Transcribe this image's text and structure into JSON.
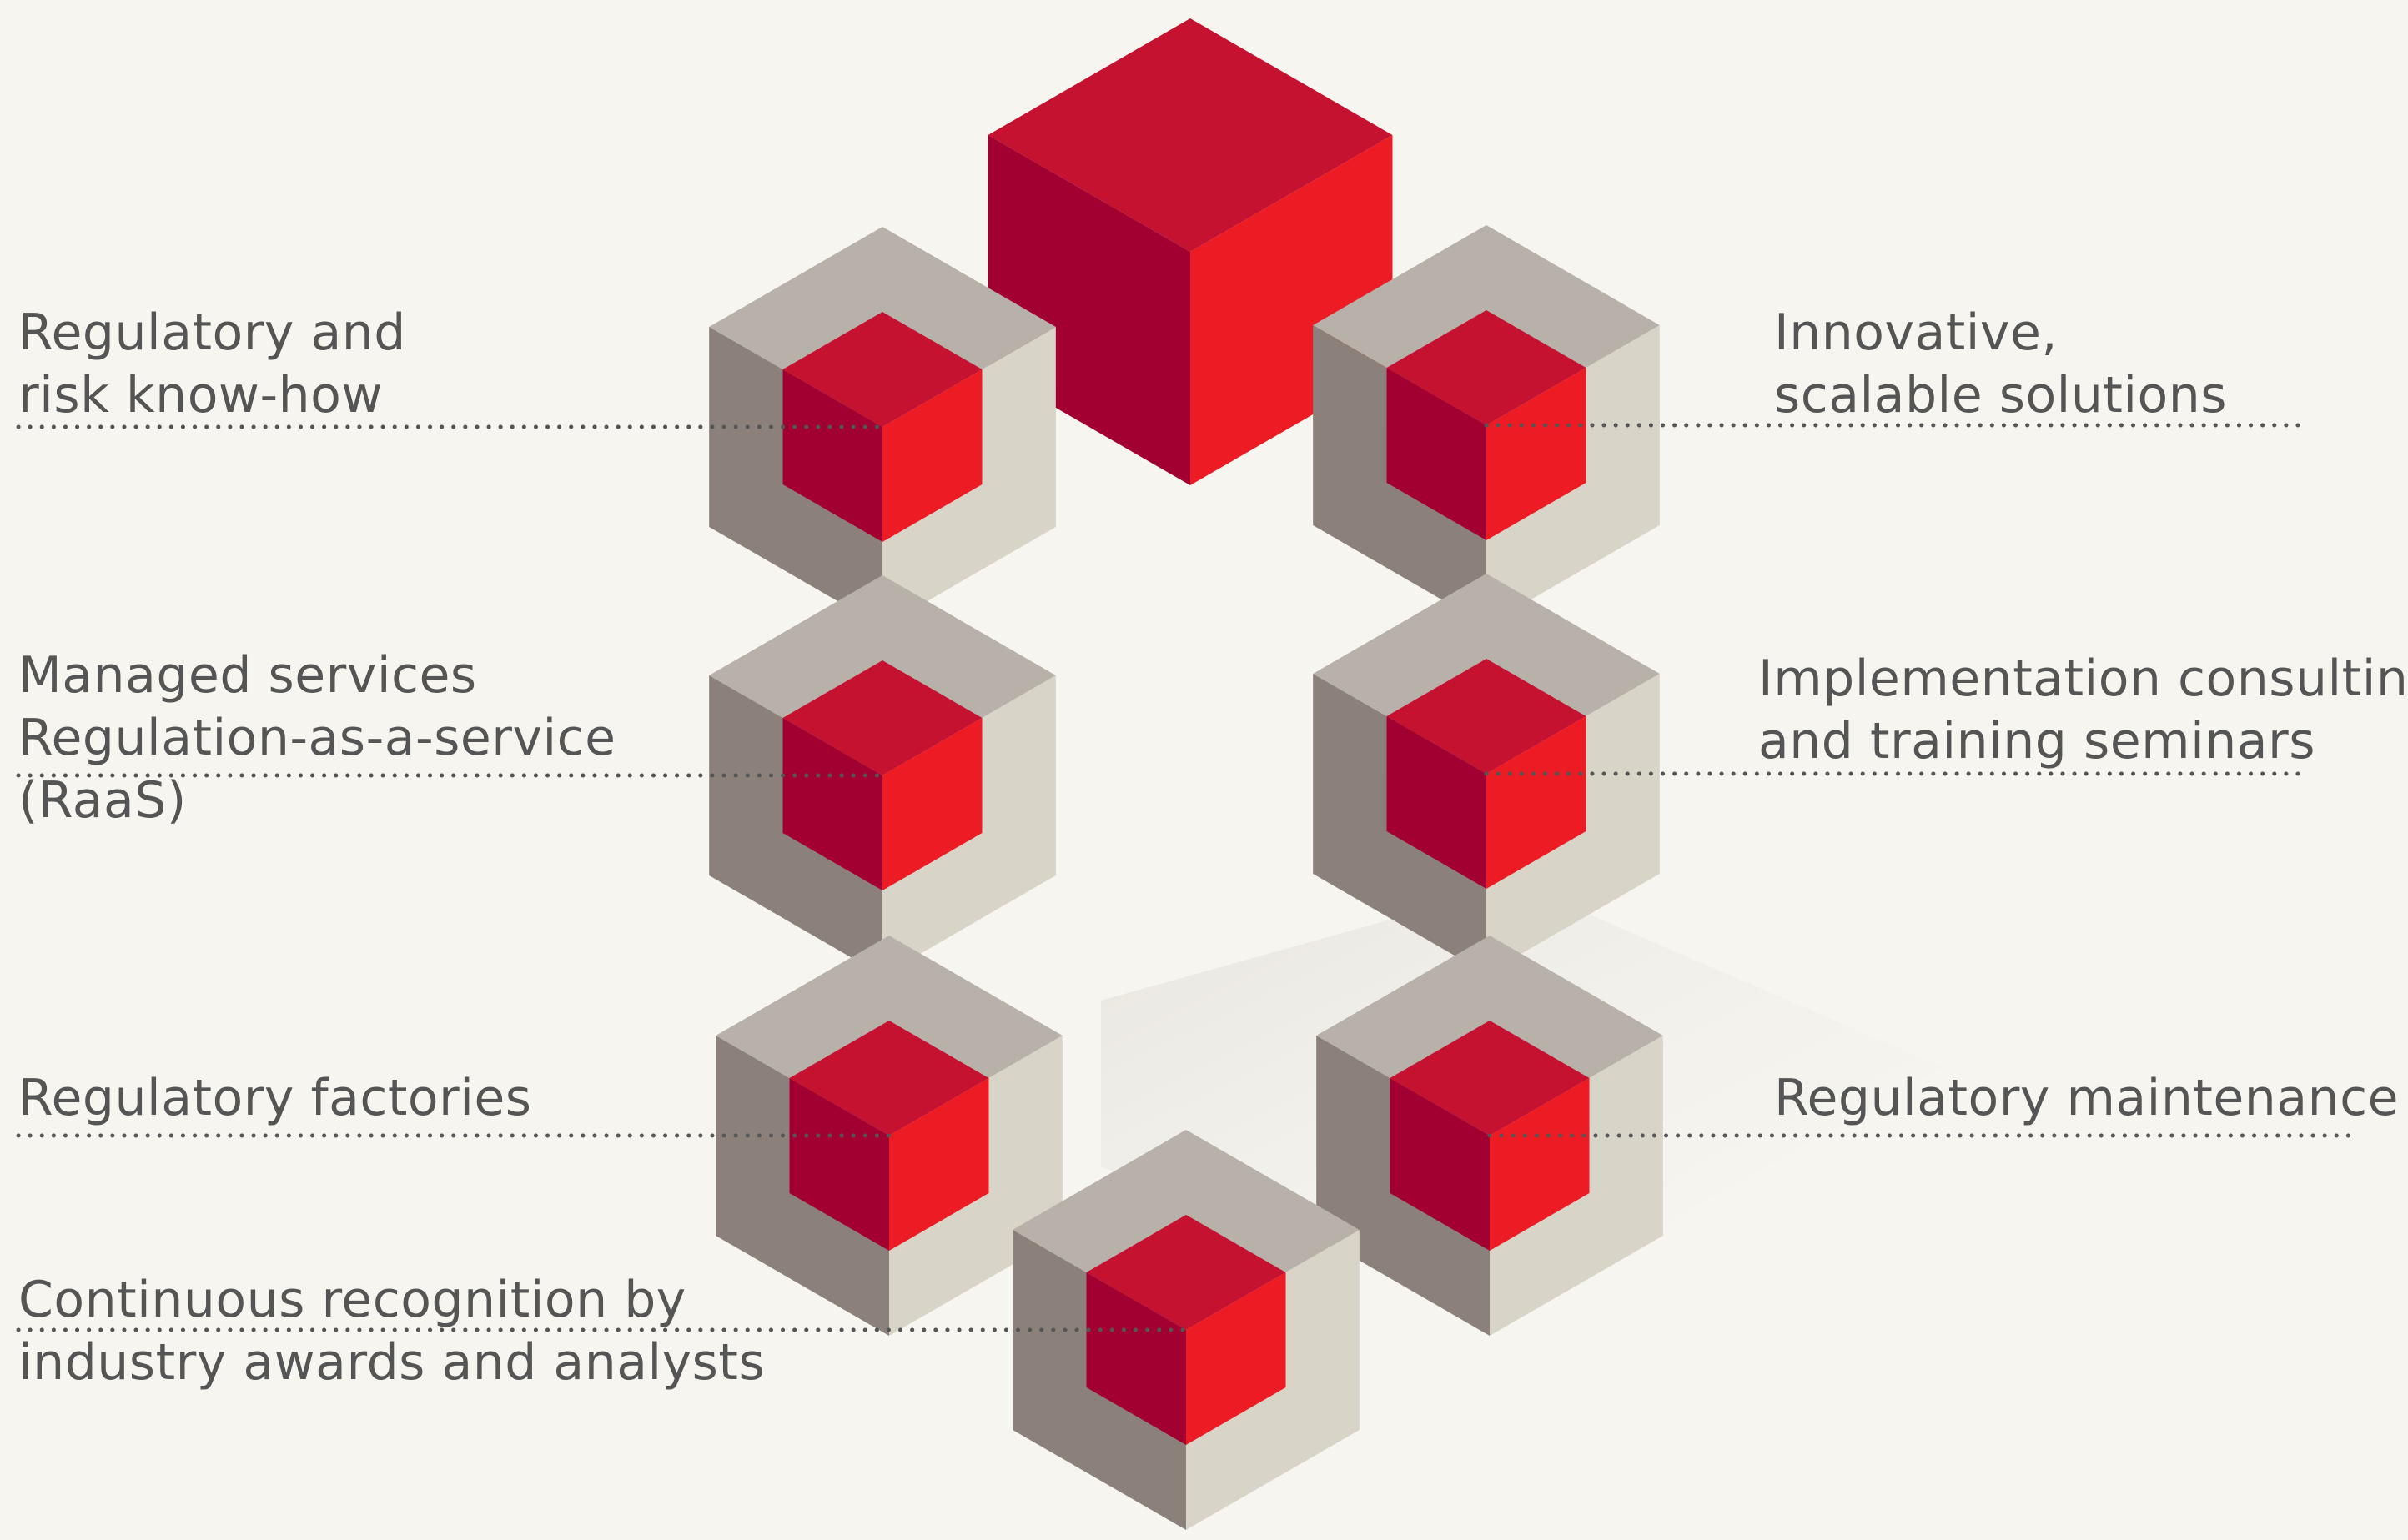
{
  "colors": {
    "background": "#f6f5f0",
    "red_top": "#c41230",
    "red_left": "#a30032",
    "red_right": "#ed1c24",
    "grey_top": "#b8b1a9",
    "grey_left": "#8c817a",
    "grey_right": "#d8d4c8",
    "text": "#555555",
    "leader": "#555555"
  },
  "labels": {
    "left_1": [
      "Regulatory and",
      "risk know-how"
    ],
    "left_2": [
      "Managed services",
      "Regulation-as-a-service",
      "(RaaS)"
    ],
    "left_3": [
      "Regulatory factories"
    ],
    "left_4": [
      "Continuous recognition by",
      "industry awards and analysts"
    ],
    "right_1": [
      "Innovative,",
      "scalable solutions"
    ],
    "right_2": [
      "Implementation consulting",
      "and training seminars"
    ],
    "right_3": [
      "Regulatory maintenance"
    ]
  }
}
